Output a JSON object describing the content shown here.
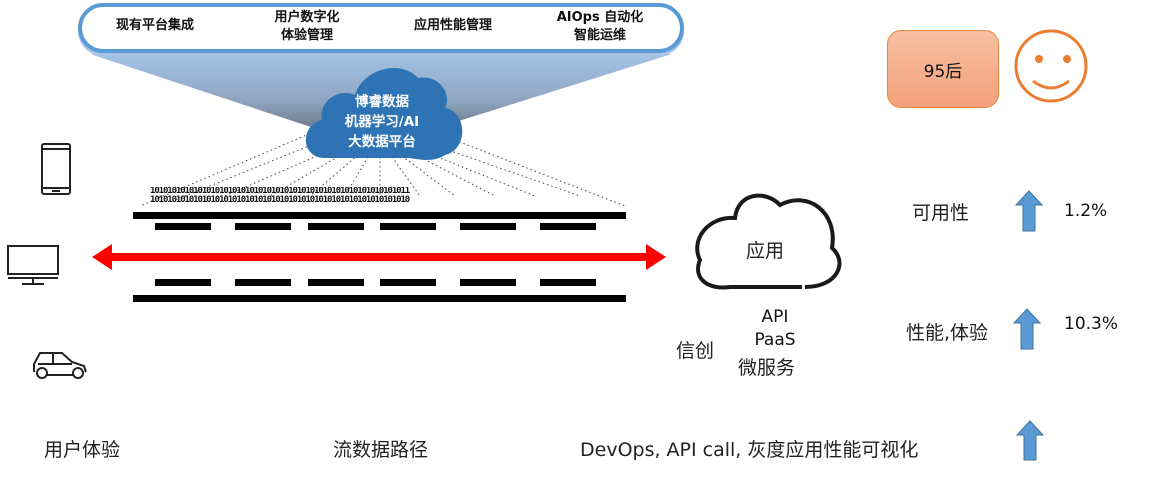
{
  "top_banner": {
    "items": [
      {
        "line1": "现有平台集成",
        "line2": ""
      },
      {
        "line1": "用户数字化",
        "line2": "体验管理"
      },
      {
        "line1": "应用性能管理",
        "line2": ""
      },
      {
        "line1": "AIOps 自动化",
        "line2": "智能运维"
      }
    ]
  },
  "platform_cloud": {
    "lines": [
      "博睿数据",
      "机器学习/AI",
      "大数据平台"
    ]
  },
  "binary_stream": {
    "row1": "101010101010101010101010101010101010101010101010101010101011",
    "row2": "101010101010101010101010101010101010101010101010101010101010"
  },
  "devices": [
    "phone-icon",
    "monitor-icon",
    "car-icon"
  ],
  "app_cloud": {
    "label": "应用",
    "stack": [
      "API",
      "PaaS",
      "微服务"
    ],
    "side_label": "信创"
  },
  "persona": {
    "badge": "95后",
    "icon": "smiley-icon"
  },
  "metrics": [
    {
      "label": "可用性",
      "icon": "up-arrow-icon",
      "value": "1.2%"
    },
    {
      "label": "性能,体验",
      "icon": "up-arrow-icon",
      "value": "10.3%"
    },
    {
      "label": "",
      "icon": "up-arrow-icon",
      "value": ""
    }
  ],
  "bottom_labels": {
    "user_experience": "用户体验",
    "data_path": "流数据路径",
    "devops": "DevOps, API call, 灰度应用性能可视化"
  },
  "colors": {
    "banner_border": "#5b9bd5",
    "cloud_fill": "#2e74b5",
    "arrow_red": "#ff0000",
    "badge_orange": "#f4a47c",
    "smiley_orange": "#ed7d31",
    "metric_arrow": "#5b9bd5"
  }
}
